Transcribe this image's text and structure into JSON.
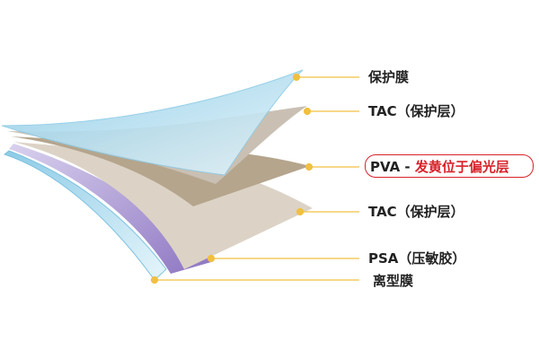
{
  "layers": [
    {
      "id": "protective-film",
      "label": "保护膜",
      "color": "#a9d8ec"
    },
    {
      "id": "tac-upper",
      "label": "TAC（保护层）",
      "color": "#c9c0b3"
    },
    {
      "id": "pva",
      "label_prefix": "PVA - ",
      "label_highlight": "发黄位于偏光层",
      "color": "#b5a58d",
      "highlight_color": "#d8222a"
    },
    {
      "id": "tac-lower",
      "label": "TAC（保护层）",
      "color": "#dcd3c6"
    },
    {
      "id": "psa",
      "label": "PSA（压敏胶）",
      "color": "#a08cc8"
    },
    {
      "id": "release-film",
      "label": "离型膜",
      "color": "#bfe3f2"
    }
  ],
  "leader_color": "#f0c040"
}
